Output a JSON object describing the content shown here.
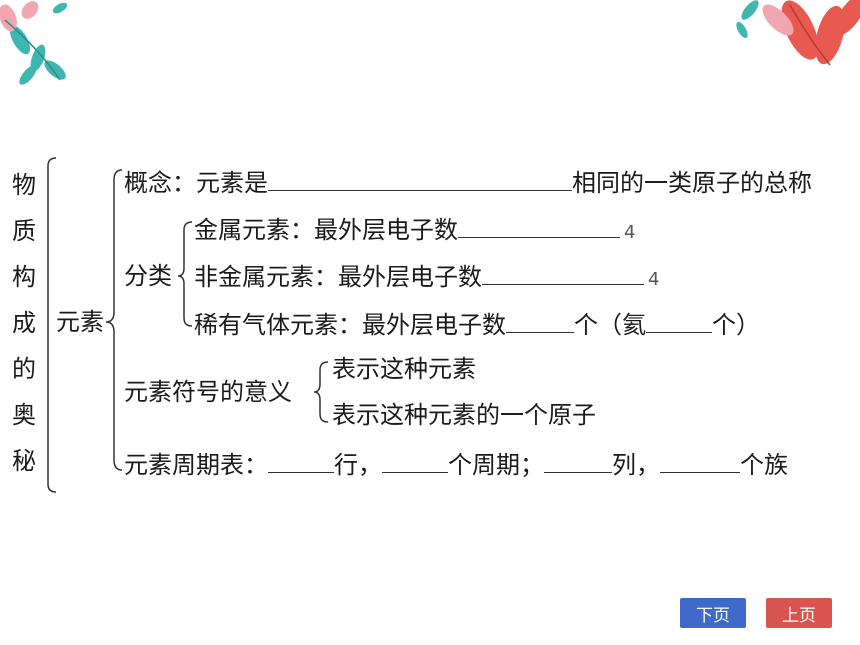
{
  "colors": {
    "next_button": "#3f6ac9",
    "prev_button": "#d9534f",
    "leaf_teal": "#3fb6b0",
    "leaf_red": "#e85a50",
    "leaf_pink": "#f1a6b0"
  },
  "vertical_title": [
    "物",
    "质",
    "构",
    "成",
    "的",
    "奥",
    "秘"
  ],
  "yuansu_label": "元素",
  "concept": {
    "label": "概念：元素是",
    "tail": "相同的一类原子的总称"
  },
  "classification": {
    "label": "分类",
    "metal": {
      "label": "金属元素：最外层电子数",
      "value": "4"
    },
    "nonmetal": {
      "label": "非金属元素：最外层电子数",
      "value": "4"
    },
    "noble": {
      "label": "稀有气体元素：最外层电子数",
      "mid": "个（氦",
      "end": "个）"
    }
  },
  "symbol_meaning": {
    "label": "元素符号的意义",
    "items": [
      "表示这种元素",
      "表示这种元素的一个原子"
    ]
  },
  "periodic_table": {
    "label": "元素周期表：",
    "part1": "行，",
    "part2": "个周期；",
    "part3": "列，",
    "part4": "个族"
  },
  "nav": {
    "next": "下页",
    "prev": "上页"
  }
}
